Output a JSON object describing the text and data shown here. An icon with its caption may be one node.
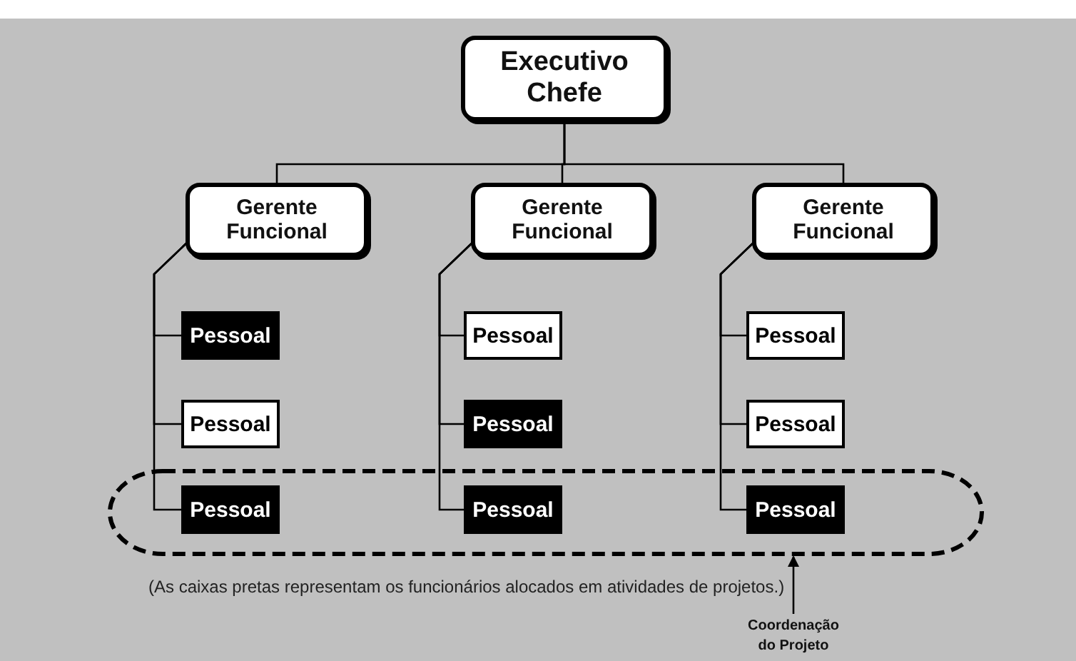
{
  "diagram": {
    "nodes": [
      {
        "text": [
          "Executivo Chefe"
        ]
      },
      {
        "text": [
          "Gerente Funcional"
        ]
      },
      {
        "text": [
          "Gerente Funcional"
        ]
      },
      {
        "text": [
          "Gerente Funcional"
        ]
      },
      {
        "text": [
          "Pessoal"
        ]
      },
      {
        "text": [
          "Pessoal"
        ]
      },
      {
        "text": [
          "Pessoal"
        ]
      },
      {
        "text": [
          "Pessoal"
        ]
      },
      {
        "text": [
          "Pessoal"
        ]
      },
      {
        "text": [
          "Pessoal"
        ]
      },
      {
        "text": [],
        "shape": "ellipse"
      },
      {
        "text": [
          "Pessoal"
        ],
        "in": 10
      },
      {
        "text": [
          "Pessoal"
        ],
        "in": 10
      },
      {
        "text": [
          "Pessoal"
        ],
        "in": 10
      },
      {
        "text": [
          "Coordenação do Projeto"
        ]
      }
    ],
    "edges": [
      {
        "from": 0,
        "to": 1,
        "arrow": "none"
      },
      {
        "from": 0,
        "to": 2,
        "arrow": "none"
      },
      {
        "from": 0,
        "to": 3,
        "arrow": "none"
      },
      {
        "from": 1,
        "to": 4,
        "arrow": "none"
      },
      {
        "from": 1,
        "to": 7,
        "arrow": "none"
      },
      {
        "from": 1,
        "to": 11,
        "arrow": "none"
      },
      {
        "from": 2,
        "to": 5,
        "arrow": "none"
      },
      {
        "from": 2,
        "to": 8,
        "arrow": "none"
      },
      {
        "from": 2,
        "to": 12,
        "arrow": "none"
      },
      {
        "from": 3,
        "to": 6,
        "arrow": "none"
      },
      {
        "from": 3,
        "to": 9,
        "arrow": "none"
      },
      {
        "from": 3,
        "to": 13,
        "arrow": "none"
      },
      {
        "from": 14,
        "to": 10,
        "arrow": "to"
      }
    ],
    "labels": [
      "(As caixas pretas representam os funcionários alocados em atividades de projetos.)"
    ]
  }
}
